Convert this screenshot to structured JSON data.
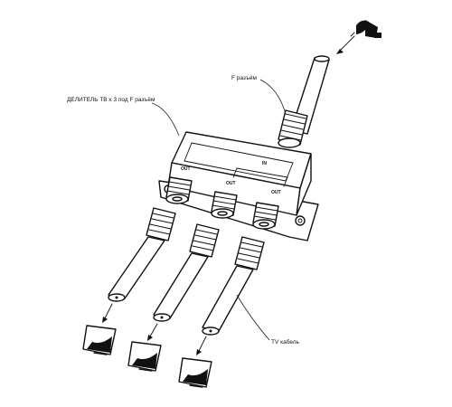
{
  "labels": {
    "splitter": "ДЕЛИТЕЛЬ ТВ х 3 под F разъём",
    "f_connector": "F разъём",
    "tv_cable": "TV кабель"
  },
  "ports": {
    "input": "IN",
    "out_left": "OUT",
    "out_center": "OUT",
    "out_right": "OUT"
  },
  "icons": {
    "source": "satellite-dish-icon",
    "outputs": [
      "tv-screen-icon",
      "tv-screen-icon",
      "tv-screen-icon"
    ]
  },
  "colors": {
    "ink": "#111111",
    "paper": "#ffffff"
  }
}
